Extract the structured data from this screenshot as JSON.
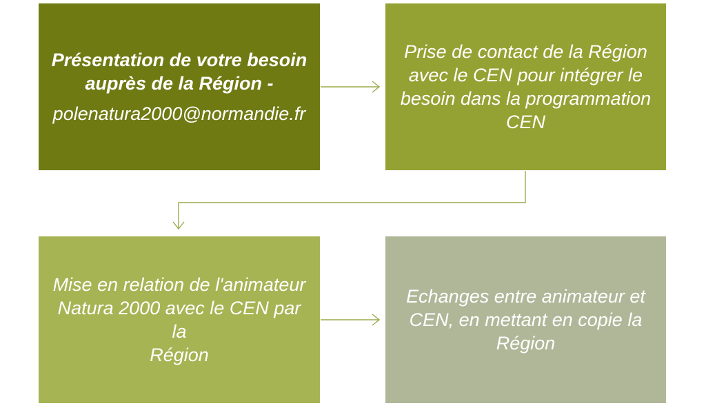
{
  "colors": {
    "box1": "#6f7a13",
    "box2": "#94a233",
    "box3": "#a6b454",
    "box4": "#b0b799",
    "connector": "#9aab4a"
  },
  "boxes": {
    "step1": {
      "line1": "Présentation de votre besoin",
      "line2": "auprès de la Région -",
      "email": "polenatura2000@normandie.fr"
    },
    "step2": {
      "lines": [
        "Prise de contact de la Région",
        "avec le CEN pour intégrer le",
        "besoin dans la programmation",
        "CEN"
      ]
    },
    "step3": {
      "lines": [
        "Mise en relation de l'animateur",
        "Natura 2000 avec le CEN par la",
        "Région"
      ]
    },
    "step4": {
      "lines": [
        "Echanges entre animateur et",
        "CEN, en mettant en copie la",
        "Région"
      ]
    }
  },
  "icons": {
    "arrow_right": "arrow-right-icon",
    "arrow_down": "arrow-down-icon"
  }
}
